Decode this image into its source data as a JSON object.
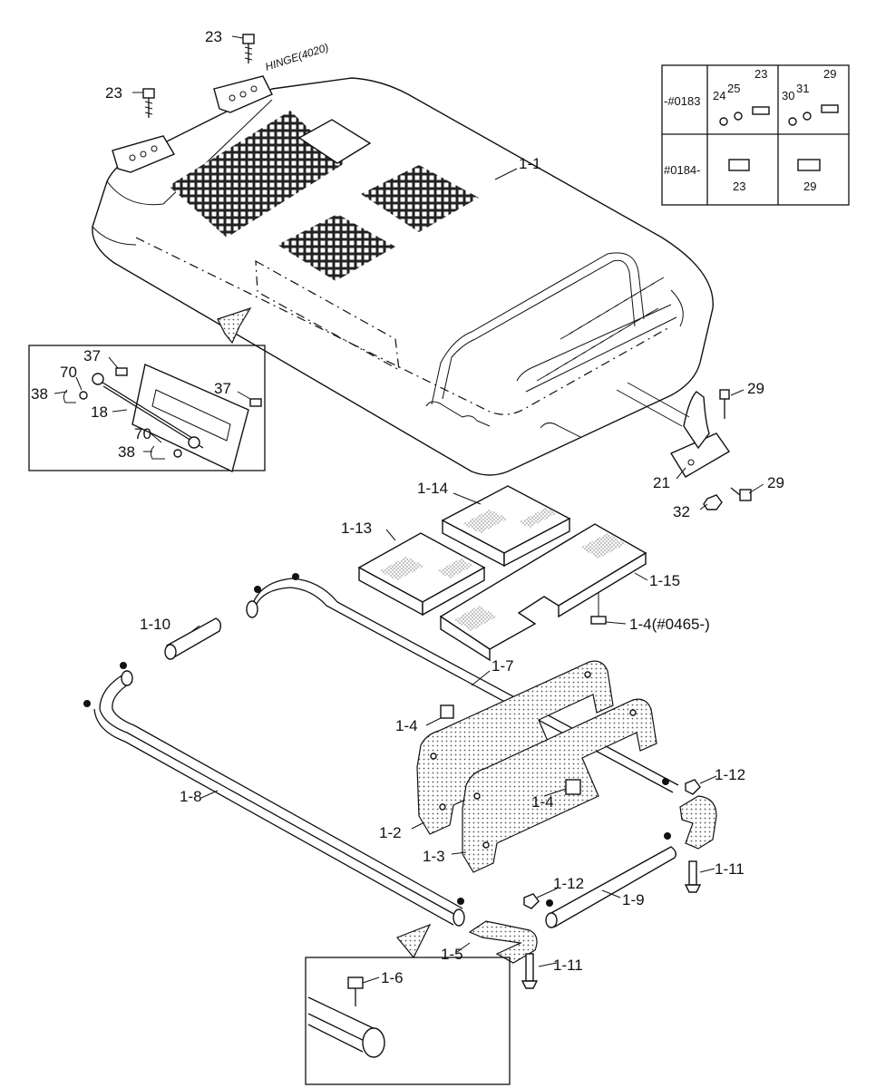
{
  "hinge_note": "HINGE(4020)",
  "labels": {
    "p1_1": "1-1",
    "p1_2": "1-2",
    "p1_3": "1-3",
    "p1_4a": "1-4",
    "p1_4b": "1-4",
    "p1_4c": "1-4(#0465-)",
    "p1_5": "1-5",
    "p1_6": "1-6",
    "p1_7": "1-7",
    "p1_8": "1-8",
    "p1_9": "1-9",
    "p1_10": "1-10",
    "p1_11a": "1-11",
    "p1_11b": "1-11",
    "p1_12a": "1-12",
    "p1_12b": "1-12",
    "p1_13": "1-13",
    "p1_14": "1-14",
    "p1_15": "1-15",
    "p18": "18",
    "p21": "21",
    "p23a": "23",
    "p23b": "23",
    "p29a": "29",
    "p29b": "29",
    "p32": "32",
    "p37a": "37",
    "p37b": "37",
    "p38a": "38",
    "p38b": "38",
    "p70a": "70",
    "p70b": "70"
  },
  "serial_table": {
    "row1_range": "-#0183",
    "row2_range": "#0184-",
    "r1_left": [
      "24",
      "25",
      "23"
    ],
    "r1_right": [
      "30",
      "31",
      "29"
    ],
    "r2_left": "23",
    "r2_right": "29"
  }
}
